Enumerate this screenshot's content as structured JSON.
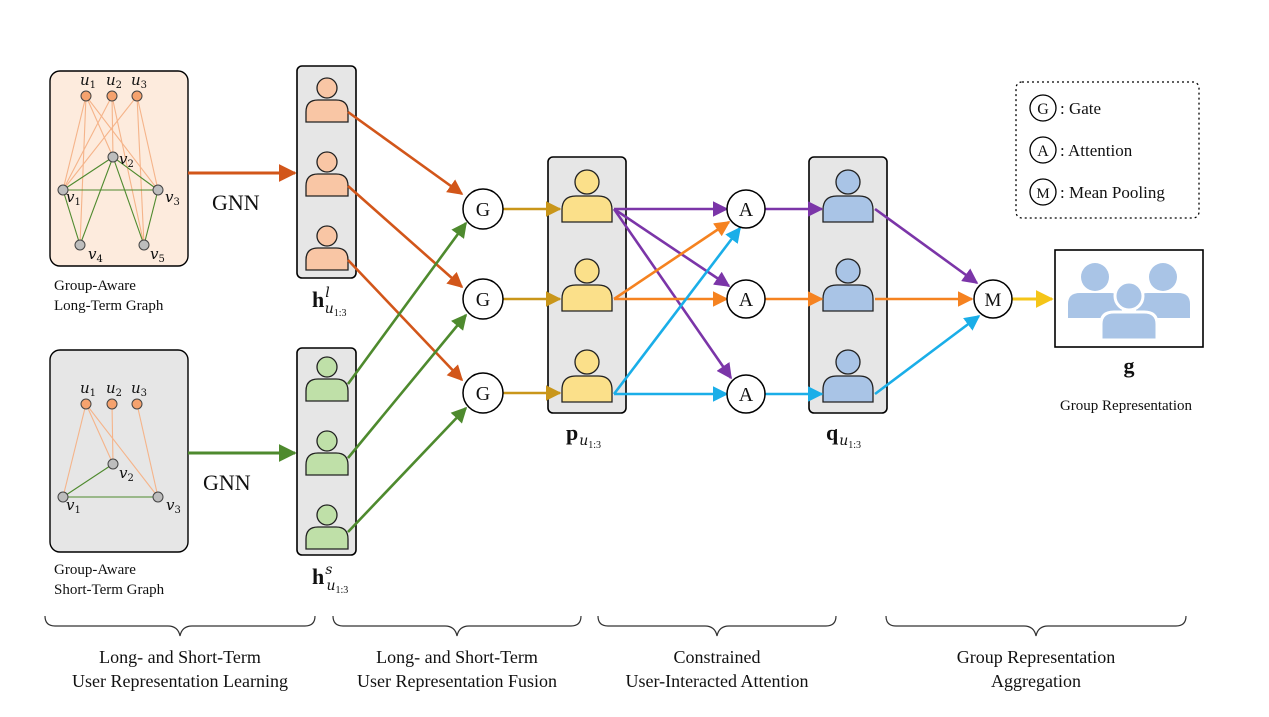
{
  "graphs": {
    "long": {
      "caption_line1": "Group-Aware",
      "caption_line2": "Long-Term Graph",
      "user_labels": [
        "u",
        "u",
        "u"
      ],
      "user_subs": [
        "1",
        "2",
        "3"
      ],
      "item_labels": [
        "v",
        "v",
        "v",
        "v",
        "v"
      ],
      "item_subs": [
        "1",
        "2",
        "3",
        "4",
        "5"
      ]
    },
    "short": {
      "caption_line1": "Group-Aware",
      "caption_line2": "Short-Term Graph",
      "user_labels": [
        "u",
        "u",
        "u"
      ],
      "user_subs": [
        "1",
        "2",
        "3"
      ],
      "item_labels": [
        "v",
        "v",
        "v"
      ],
      "item_subs": [
        "1",
        "2",
        "3"
      ]
    }
  },
  "gnn_label": "GNN",
  "gate_label": "G",
  "attention_label": "A",
  "mean_label": "M",
  "vectors": {
    "hl": {
      "base": "h",
      "sup": "l",
      "sub": "u",
      "subsub": "1:3"
    },
    "hs": {
      "base": "h",
      "sup": "s",
      "sub": "u",
      "subsub": "1:3"
    },
    "p": {
      "base": "p",
      "sub": "u",
      "subsub": "1:3"
    },
    "q": {
      "base": "q",
      "sub": "u",
      "subsub": "1:3"
    }
  },
  "output": {
    "symbol": "g",
    "caption": "Group Representation"
  },
  "legend": {
    "items": [
      {
        "symbol": "G",
        "text": ": Gate"
      },
      {
        "symbol": "A",
        "text": ": Attention"
      },
      {
        "symbol": "M",
        "text": ": Mean Pooling"
      }
    ]
  },
  "stages": [
    {
      "line1": "Long- and Short-Term",
      "line2": "User Representation Learning"
    },
    {
      "line1": "Long- and Short-Term",
      "line2": "User Representation Fusion"
    },
    {
      "line1": "Constrained",
      "line2": "User-Interacted Attention"
    },
    {
      "line1": "Group Representation",
      "line2": "Aggregation"
    }
  ],
  "colors": {
    "long_orange": "#d2561a",
    "short_green": "#4e8a2e",
    "gold": "#c9961a",
    "orange": "#f58220",
    "purple": "#7b35a8",
    "cyan": "#1aaee8",
    "yellow": "#f5c518",
    "user_long": "#f9c6a5",
    "user_short": "#bfe0a8",
    "user_p": "#fbe08a",
    "user_q": "#a9c4e6"
  }
}
